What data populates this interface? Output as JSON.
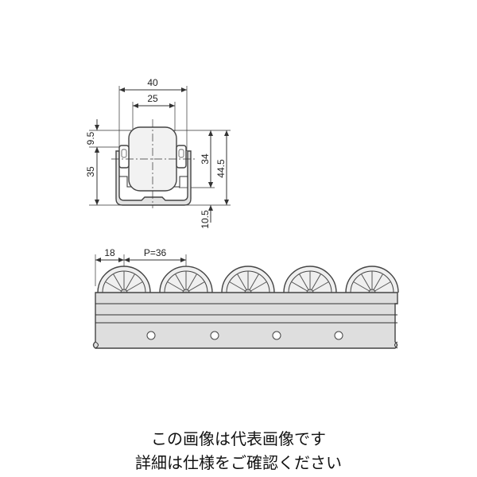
{
  "dimensions": {
    "width_outer": "40",
    "width_inner": "25",
    "roller_top": "9.5",
    "side_height": "35",
    "inner_height": "34",
    "total_height": "44.5",
    "bottom": "10.5",
    "first_offset": "18",
    "pitch": "P=36"
  },
  "caption": {
    "line1": "この画像は代表画像です",
    "line2": "詳細は仕様をご確認ください"
  },
  "colors": {
    "line": "#333333",
    "fill": "#e3e3e3"
  }
}
